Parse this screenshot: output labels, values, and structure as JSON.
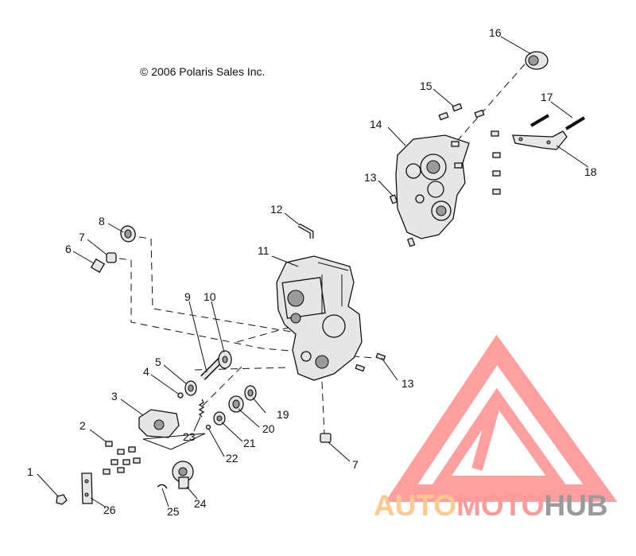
{
  "copyright": "© 2006 Polaris Sales Inc.",
  "watermark": {
    "part1": "AUTO",
    "part2": "MOTO",
    "part3": "HUB",
    "color1": "#ffc98f",
    "color2": "#ff9a9a",
    "color3": "#9a9a9a",
    "logo_color": "#ff8080"
  },
  "callouts": [
    "1",
    "2",
    "3",
    "4",
    "5",
    "6",
    "7",
    "8",
    "9",
    "10",
    "11",
    "12",
    "13",
    "14",
    "15",
    "16",
    "17",
    "18",
    "19",
    "20",
    "21",
    "22",
    "23",
    "24",
    "25",
    "26",
    "7",
    "13"
  ]
}
